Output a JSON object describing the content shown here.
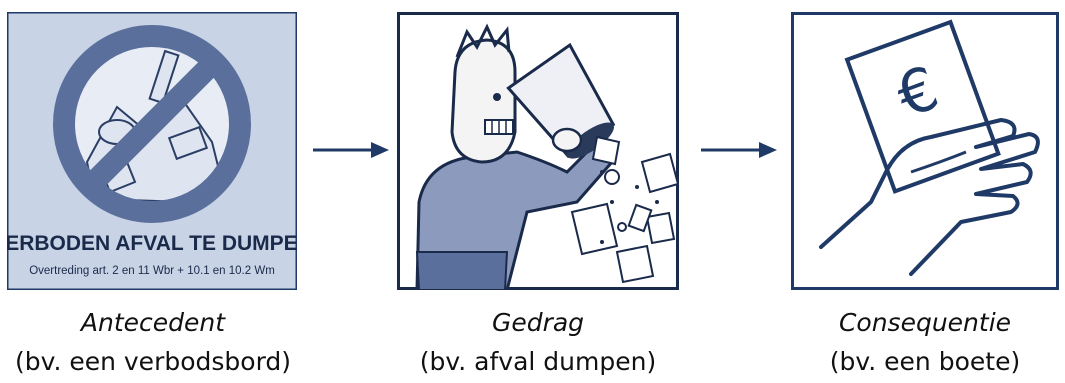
{
  "colors": {
    "accent": "#1f3a66",
    "panel_fill": "#c9d3e6",
    "sign_blue": "#5b6f9c",
    "ink": "#1a2a4a"
  },
  "panels": [
    {
      "sign_title": "VERBODEN AFVAL TE DUMPEN",
      "sign_subtitle": "Overtreding art. 2 en 11 Wbr + 10.1 en 10.2 Wm",
      "title": "Antecedent",
      "subtitle": "(bv. een verbodsbord)",
      "icon": "no-dumping-sign-icon"
    },
    {
      "title": "Gedrag",
      "subtitle": "(bv. afval dumpen)",
      "icon": "person-dumping-trash-icon"
    },
    {
      "symbol": "€",
      "title": "Consequentie",
      "subtitle": "(bv. een boete)",
      "icon": "hand-holding-euro-note-icon"
    }
  ],
  "arrows": [
    "arrow-right-icon",
    "arrow-right-icon"
  ]
}
